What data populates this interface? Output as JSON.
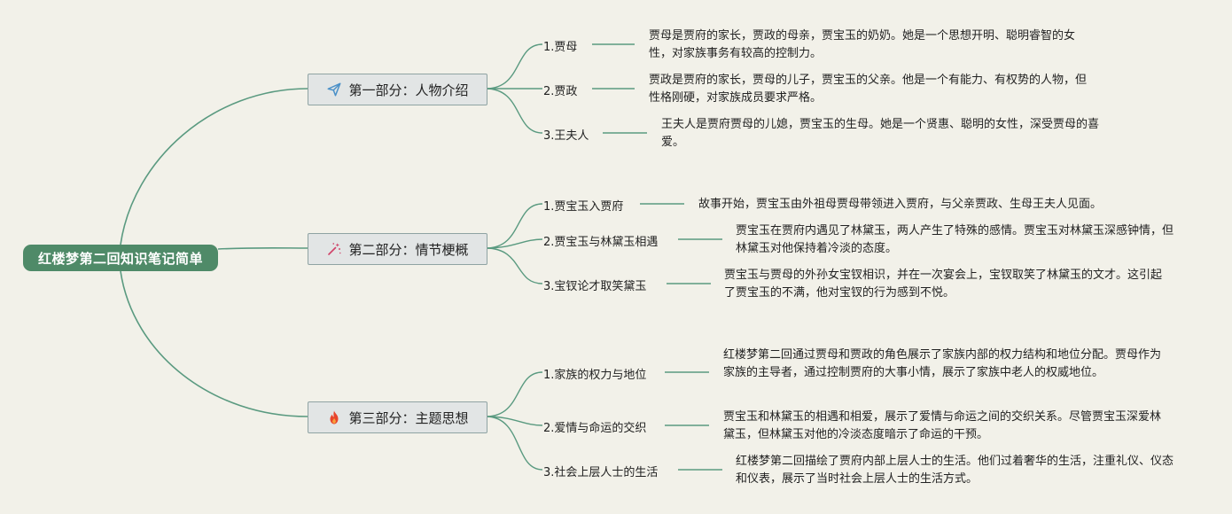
{
  "root": {
    "title": "红楼梦第二回知识笔记简单"
  },
  "sections": [
    {
      "title": "第一部分：人物介绍",
      "icon": "paper-plane-icon",
      "icon_color": "#4a90c8",
      "items": [
        {
          "topic": "1.贾母",
          "desc": "贾母是贾府的家长，贾政的母亲，贾宝玉的奶奶。她是一个思想开明、聪明睿智的女性，对家族事务有较高的控制力。"
        },
        {
          "topic": "2.贾政",
          "desc": "贾政是贾府的家长，贾母的儿子，贾宝玉的父亲。他是一个有能力、有权势的人物，但性格刚硬，对家族成员要求严格。"
        },
        {
          "topic": "3.王夫人",
          "desc": "王夫人是贾府贾母的儿媳，贾宝玉的生母。她是一个贤惠、聪明的女性，深受贾母的喜爱。"
        }
      ]
    },
    {
      "title": "第二部分：情节梗概",
      "icon": "magic-wand-icon",
      "icon_color": "#d0456a",
      "items": [
        {
          "topic": "1.贾宝玉入贾府",
          "desc": "故事开始，贾宝玉由外祖母贾母带领进入贾府，与父亲贾政、生母王夫人见面。"
        },
        {
          "topic": "2.贾宝玉与林黛玉相遇",
          "desc": "贾宝玉在贾府内遇见了林黛玉，两人产生了特殊的感情。贾宝玉对林黛玉深感钟情，但林黛玉对他保持着冷淡的态度。"
        },
        {
          "topic": "3.宝钗论才取笑黛玉",
          "desc": "贾宝玉与贾母的外孙女宝钗相识，并在一次宴会上，宝钗取笑了林黛玉的文才。这引起了贾宝玉的不满，他对宝钗的行为感到不悦。"
        }
      ]
    },
    {
      "title": "第三部分：主题思想",
      "icon": "fire-icon",
      "icon_color": "#e8452c",
      "items": [
        {
          "topic": "1.家族的权力与地位",
          "desc": "红楼梦第二回通过贾母和贾政的角色展示了家族内部的权力结构和地位分配。贾母作为家族的主导者，通过控制贾府的大事小情，展示了家族中老人的权威地位。"
        },
        {
          "topic": "2.爱情与命运的交织",
          "desc": "贾宝玉和林黛玉的相遇和相爱，展示了爱情与命运之间的交织关系。尽管贾宝玉深爱林黛玉，但林黛玉对他的冷淡态度暗示了命运的干预。"
        },
        {
          "topic": "3.社会上层人士的生活",
          "desc": "红楼梦第二回描绘了贾府内部上层人士的生活。他们过着奢华的生活，注重礼仪、仪态和仪表，展示了当时社会上层人士的生活方式。"
        }
      ]
    }
  ],
  "line_color": "#5a9a80"
}
